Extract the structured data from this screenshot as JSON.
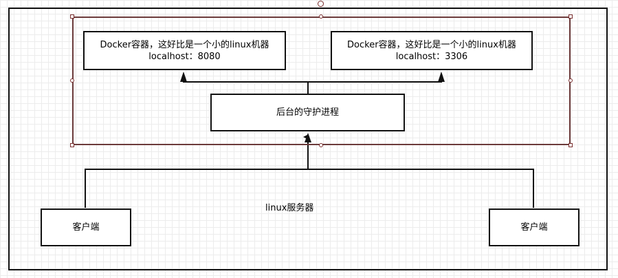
{
  "diagram": {
    "containers": {
      "docker_a": {
        "title": "Docker容器，这好比是一个小的linux机器",
        "address": "localhost：8080"
      },
      "docker_b": {
        "title": "Docker容器，这好比是一个小的linux机器",
        "address": "localhost：3306"
      }
    },
    "daemon": {
      "label": "后台的守护进程"
    },
    "server": {
      "label": "linux服务器"
    },
    "clients": {
      "left": "客户端",
      "right": "客户端"
    }
  }
}
